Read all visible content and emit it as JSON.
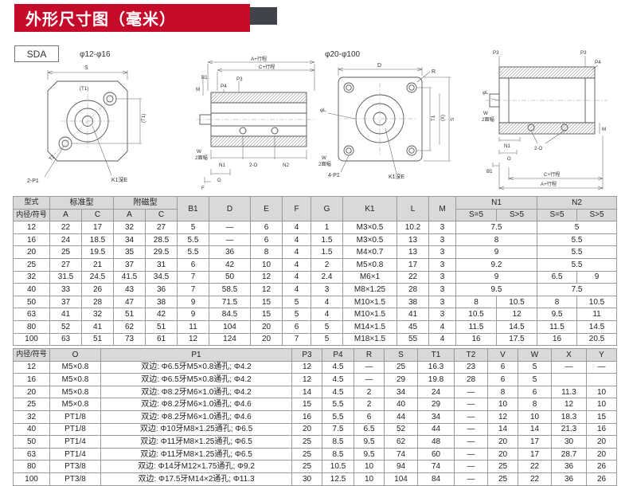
{
  "banner": {
    "title": "外形尺寸图（毫米）",
    "red": "#c60b2a",
    "bar": "#41434b"
  },
  "model": "SDA",
  "drawings": {
    "group1": {
      "range": "φ12-φ16",
      "front": {
        "s": "S",
        "t1_top": "(T1)",
        "t1_right": "(T1)",
        "t2": "T2",
        "k1": "K1深E",
        "p1": "2-P1"
      },
      "side": {
        "a": "A+行程",
        "c": "C+行程",
        "b1": "B1",
        "p3": "P3",
        "p4": "P4",
        "m": "M",
        "n1": "N1",
        "o2": "2-O",
        "n2": "N2",
        "g": "G",
        "f": "F",
        "w": "W",
        "w2": "2面幅"
      }
    },
    "group2": {
      "range": "φ20-φ100",
      "front": {
        "d": "D",
        "r": "R",
        "t1": "T1",
        "x": "(X)",
        "s": "S",
        "p1": "4-P1",
        "k1": "K1深E",
        "l": "φL",
        "w": "W",
        "w2": "2面幅"
      },
      "side": {
        "p3l": "P3",
        "p3r": "P3",
        "p4": "P4",
        "l": "φL",
        "w": "W",
        "w2": "2面幅",
        "n1": "N1",
        "g": "G",
        "o2": "2-O",
        "b1": "B1",
        "m": "M",
        "c": "C+行程",
        "a": "A+行程"
      }
    }
  },
  "table1": {
    "h": {
      "model": "型式",
      "bore": "内径/符号",
      "std": "标准型",
      "mag": "附磁型",
      "a1": "A",
      "c1": "C",
      "a2": "A",
      "c2": "C",
      "b1": "B1",
      "d": "D",
      "e": "E",
      "f": "F",
      "g": "G",
      "k1": "K1",
      "l": "L",
      "m": "M",
      "n1": "N1",
      "n2": "N2",
      "s5a": "S=5",
      "sg5a": "S>5",
      "s5b": "S=5",
      "sg5b": "S>5"
    },
    "rows": [
      [
        "12",
        "22",
        "17",
        "32",
        "27",
        "5",
        "—",
        "6",
        "4",
        "1",
        "M3×0.5",
        "10.2",
        "3",
        [
          "7.5",
          2
        ],
        [
          "5",
          2
        ]
      ],
      [
        "16",
        "24",
        "18.5",
        "34",
        "28.5",
        "5.5",
        "—",
        "6",
        "4",
        "1.5",
        "M3×0.5",
        "13",
        "3",
        [
          "8",
          2
        ],
        [
          "5.5",
          2
        ]
      ],
      [
        "20",
        "25",
        "19.5",
        "35",
        "29.5",
        "5.5",
        "36",
        "8",
        "4",
        "1.5",
        "M4×0.7",
        "13",
        "3",
        [
          "9",
          2
        ],
        [
          "5.5",
          2
        ]
      ],
      [
        "25",
        "27",
        "21",
        "37",
        "31",
        "6",
        "42",
        "10",
        "4",
        "2",
        "M5×0.8",
        "17",
        "3",
        [
          "9.2",
          2
        ],
        [
          "5.5",
          2
        ]
      ],
      [
        "32",
        "31.5",
        "24.5",
        "41.5",
        "34.5",
        "7",
        "50",
        "12",
        "4",
        "2.4",
        "M6×1",
        "22",
        "3",
        [
          "9",
          2
        ],
        "6.5",
        "9"
      ],
      [
        "40",
        "33",
        "26",
        "43",
        "36",
        "7",
        "58.5",
        "12",
        "4",
        "3",
        "M8×1.25",
        "28",
        "3",
        [
          "9.5",
          2
        ],
        [
          "7.5",
          2
        ]
      ],
      [
        "50",
        "37",
        "28",
        "47",
        "38",
        "9",
        "71.5",
        "15",
        "5",
        "4",
        "M10×1.5",
        "38",
        "3",
        "8",
        "10.5",
        "8",
        "10.5"
      ],
      [
        "63",
        "41",
        "32",
        "51",
        "42",
        "9",
        "84.5",
        "15",
        "5",
        "4",
        "M10×1.5",
        "41",
        "3",
        "10.5",
        "12",
        "9.5",
        "11"
      ],
      [
        "80",
        "52",
        "41",
        "62",
        "51",
        "11",
        "104",
        "20",
        "6",
        "5",
        "M14×1.5",
        "45",
        "4",
        "11.5",
        "14.5",
        "11.5",
        "14.5"
      ],
      [
        "100",
        "63",
        "51",
        "73",
        "61",
        "12",
        "124",
        "20",
        "7",
        "5",
        "M18×1.5",
        "55",
        "4",
        "16",
        "17.5",
        "16",
        "20.5"
      ]
    ]
  },
  "table2": {
    "headers": [
      "内径/符号",
      "O",
      "P1",
      "P3",
      "P4",
      "R",
      "S",
      "T1",
      "T2",
      "V",
      "W",
      "X",
      "Y"
    ],
    "rows": [
      [
        "12",
        "M5×0.8",
        "双边: Φ6.5牙M5×0.8通孔; Φ4.2",
        "12",
        "4.5",
        "—",
        "25",
        "16.3",
        "23",
        "6",
        "5",
        "—",
        "—"
      ],
      [
        "16",
        "M5×0.8",
        "双边: Φ6.5牙M5×0.8通孔; Φ4.2",
        "12",
        "4.5",
        "—",
        "29",
        "19.8",
        "28",
        "6",
        "5",
        "",
        ""
      ],
      [
        "20",
        "M5×0.8",
        "双边: Φ8.2牙M6×1.0通孔; Φ4.2",
        "14",
        "4.5",
        "2",
        "34",
        "24",
        "—",
        "8",
        "6",
        "11.3",
        "10"
      ],
      [
        "25",
        "M5×0.8",
        "双边: Φ8.2牙M6×1.0通孔; Φ4.6",
        "15",
        "5.5",
        "2",
        "40",
        "29",
        "—",
        "10",
        "8",
        "12",
        "10"
      ],
      [
        "32",
        "PT1/8",
        "双边: Φ8.2牙M6×1.0通孔; Φ4.6",
        "16",
        "5.5",
        "6",
        "44",
        "34",
        "—",
        "12",
        "10",
        "18.3",
        "15"
      ],
      [
        "40",
        "PT1/8",
        "双边: Φ10牙M8×1.25通孔; Φ6.5",
        "20",
        "7.5",
        "6.5",
        "52",
        "44",
        "—",
        "14",
        "14",
        "21.3",
        "16"
      ],
      [
        "50",
        "PT1/4",
        "双边: Φ11牙M8×1.25通孔; Φ6.5",
        "25",
        "8.5",
        "9.5",
        "62",
        "48",
        "—",
        "20",
        "17",
        "30",
        "20"
      ],
      [
        "63",
        "PT1/4",
        "双边: Φ11牙M8×1.25通孔; Φ6.5",
        "25",
        "8.5",
        "9.5",
        "74",
        "60",
        "—",
        "20",
        "17",
        "28.7",
        "20"
      ],
      [
        "80",
        "PT3/8",
        "双边: Φ14牙M12×1.75通孔; Φ9.2",
        "25",
        "10.5",
        "10",
        "94",
        "74",
        "—",
        "25",
        "22",
        "36",
        "26"
      ],
      [
        "100",
        "PT3/8",
        "双边: Φ17.5牙M14×2通孔; Φ11.3",
        "30",
        "12.5",
        "10",
        "104",
        "84",
        "—",
        "25",
        "22",
        "36",
        "26"
      ]
    ]
  }
}
